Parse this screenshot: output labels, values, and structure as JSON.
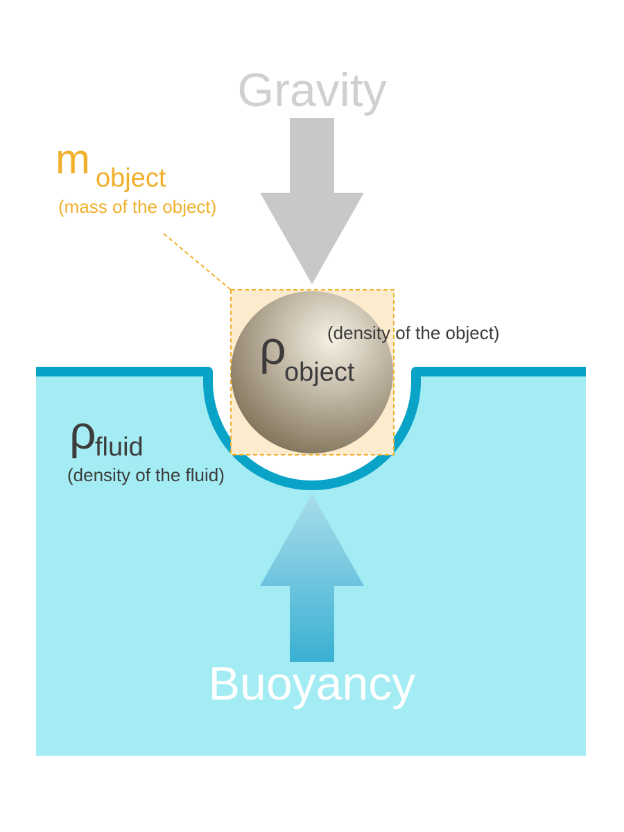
{
  "labels": {
    "gravity": "Gravity",
    "buoyancy": "Buoyancy",
    "mass_symbol": "m",
    "mass_subscript": "object",
    "mass_desc": "(mass of the object)",
    "rho_object_symbol": "ρ",
    "rho_object_subscript": "object",
    "rho_object_desc": "(density of the object)",
    "rho_fluid_symbol": "ρ",
    "rho_fluid_subscript": "fluid",
    "rho_fluid_desc": "(density of the fluid)"
  },
  "colors": {
    "fluid": "#a4ecf3",
    "fluid_surface": "#0aa3c8",
    "gravity_arrow": "#c8c8c8",
    "gravity_text": "#d0d0d0",
    "buoyancy_arrow_top": "#a9dceb",
    "buoyancy_arrow_bottom": "#3ab0d2",
    "buoyancy_text": "#ffffff",
    "mass_accent": "#f0b02c",
    "mass_box_fill": "#fcebcd",
    "sphere_light": "#f7f1e4",
    "sphere_dark": "#7c6e55",
    "label_text": "#3c3c3c"
  }
}
